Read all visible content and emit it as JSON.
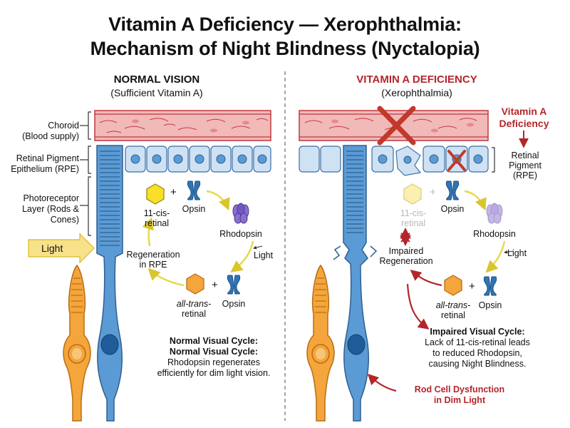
{
  "title": {
    "line1": "Vitamin A Deficiency — Xerophthalmia:",
    "line2": "Mechanism of Night Blindness (Nyctalopia)"
  },
  "left_panel": {
    "heading": "NORMAL VISION",
    "subheading": "(Sufficient Vitamin A)",
    "layers": {
      "choroid_line1": "Choroid",
      "choroid_line2": "(Blood supply)",
      "rpe_line1": "Retinal Pigment",
      "rpe_line2": "Epithelium (RPE)",
      "photo_line1": "Photoreceptor",
      "photo_line2": "Layer (Rods &",
      "photo_line3": "Cones)"
    },
    "light_label": "Light",
    "cycle": {
      "cis_line1": "11-cis-",
      "cis_line2": "retinal",
      "opsin_top": "Opsin",
      "rhodopsin": "Rhodopsin",
      "light": "Light",
      "regen_line1": "Regeneration",
      "regen_line2": "in RPE",
      "trans_line1": "all-trans-",
      "trans_line2": "retinal",
      "opsin_bottom": "Opsin",
      "plus": "+"
    },
    "caption": {
      "line1": "Normal Visual Cycle:",
      "line2": "Normal Visual Cycle:",
      "line3": "Rhodopsin regenerates",
      "line4": "efficiently for dim light vision."
    }
  },
  "right_panel": {
    "heading": "VITAMIN A DEFICIENCY",
    "subheading": "(Xerophthalmia)",
    "deficiency_line1": "Vitamin A",
    "deficiency_line2": "Deficiency",
    "rpe_line1": "Retinal",
    "rpe_line2": "Pigment",
    "rpe_line3": "(RPE)",
    "cycle": {
      "cis_line1": "11-cis-",
      "cis_line2": "retinal",
      "opsin_top": "Opsin",
      "rhodopsin": "Rhodopsin",
      "light": "Light",
      "impaired_line1": "Impaired",
      "impaired_line2": "Regeneration",
      "trans_line1": "all-trans-",
      "trans_line2": "retinal",
      "opsin_bottom": "Opsin",
      "plus": "+"
    },
    "caption": {
      "line1": "Impaired Visual Cycle:",
      "line2": "Lack of 11-cis-retinal leads",
      "line3": "to reduced Rhodopsin,",
      "line4": "causing Night Blindness."
    },
    "dysfunction_line1": "Rod Cell Dysfunction",
    "dysfunction_line2": "in Dim Light"
  },
  "colors": {
    "choroid": "#f2b9b9",
    "rpe": "#cfe2f3",
    "rod": "#5b9bd5",
    "cone": "#f4a53b",
    "retinal": "#f7df2a",
    "opsin": "#2e75b6",
    "rhodopsin": "#8064c8",
    "arrow": "#e6d84a",
    "deficiency": "#c0392b"
  }
}
